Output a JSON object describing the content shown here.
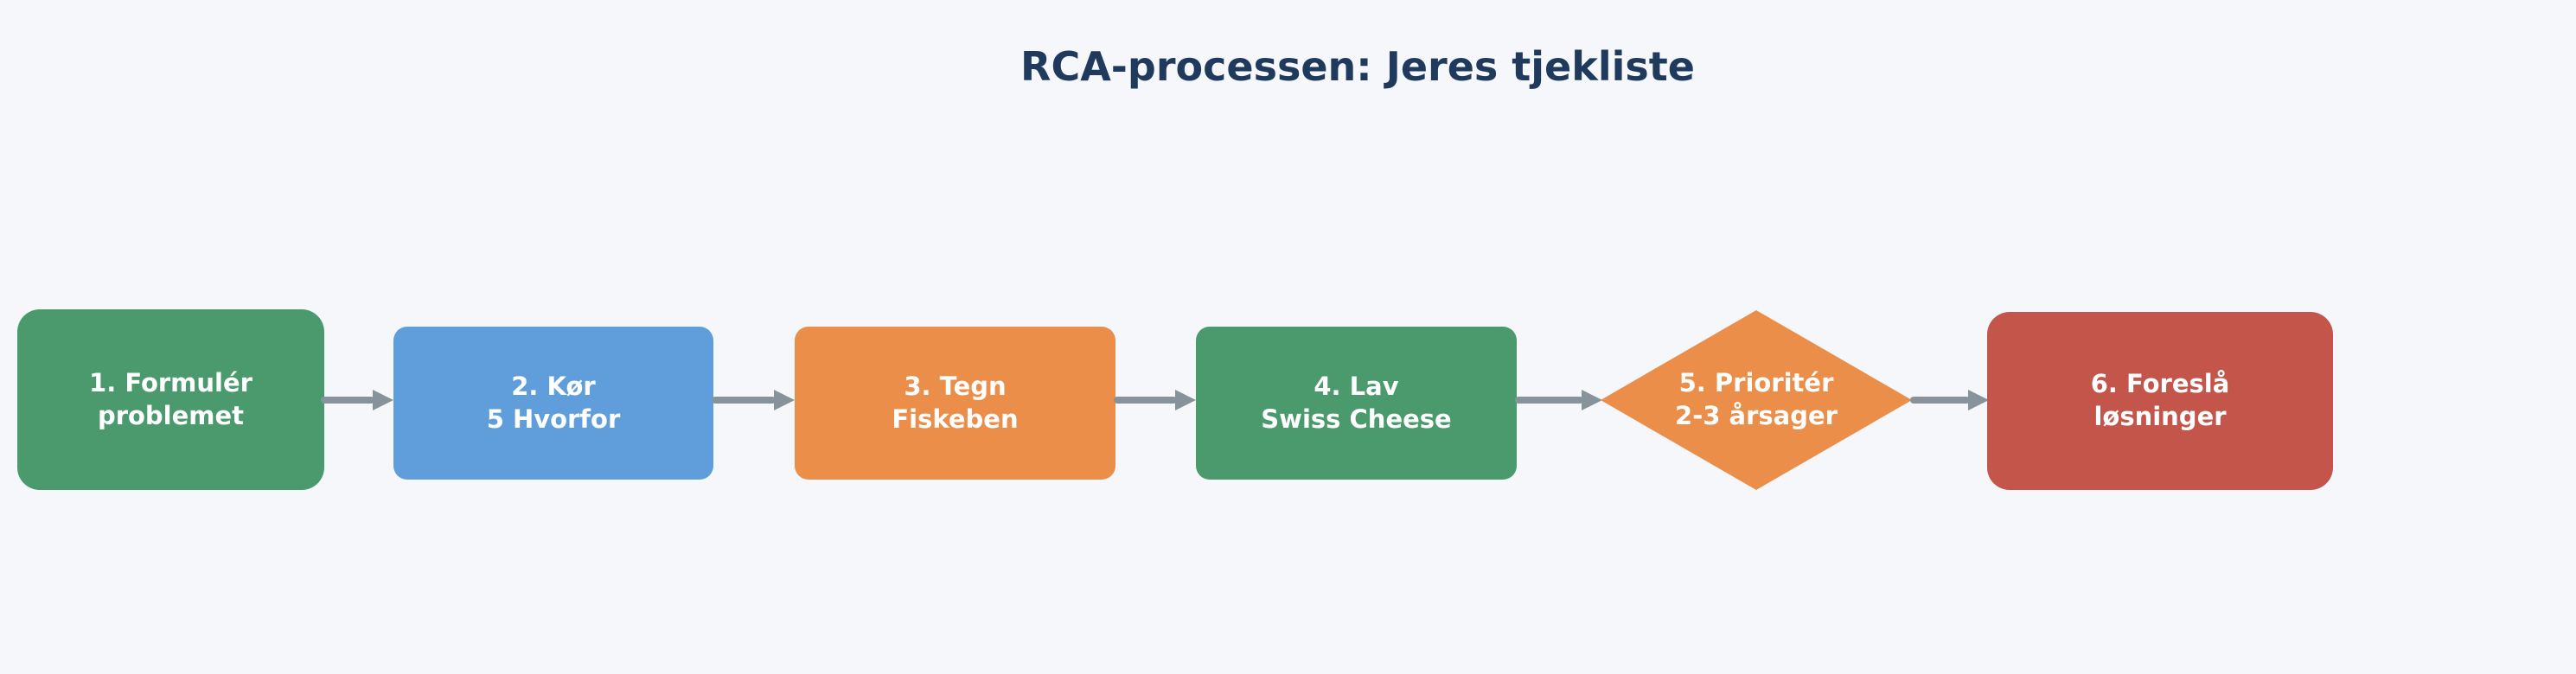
{
  "title": "RCA-processen: Jeres tjekliste",
  "colors": {
    "background": "#f5f7fa",
    "title_text": "#1f3a5c",
    "node_text": "#ffffff",
    "green": "#4a9a6e",
    "blue": "#5f9edb",
    "orange": "#ea8e4a",
    "red": "#c4554b",
    "arrow": "#87939b"
  },
  "flowchart": {
    "steps": [
      {
        "id": 1,
        "shape": "rounded-rect",
        "color_key": "green",
        "line1": "1. Formulér",
        "line2": "problemet"
      },
      {
        "id": 2,
        "shape": "rounded-rect",
        "color_key": "blue",
        "line1": "2. Kør",
        "line2": "5 Hvorfor"
      },
      {
        "id": 3,
        "shape": "rounded-rect",
        "color_key": "orange",
        "line1": "3. Tegn",
        "line2": "Fiskeben"
      },
      {
        "id": 4,
        "shape": "rounded-rect",
        "color_key": "green",
        "line1": "4. Lav",
        "line2": "Swiss Cheese"
      },
      {
        "id": 5,
        "shape": "diamond",
        "color_key": "orange",
        "line1": "5. Prioritér",
        "line2": "2-3 årsager"
      },
      {
        "id": 6,
        "shape": "rounded-rect",
        "color_key": "red",
        "line1": "6. Foreslå",
        "line2": "løsninger"
      }
    ],
    "connector_count": 5,
    "connector_direction": "left-to-right"
  }
}
